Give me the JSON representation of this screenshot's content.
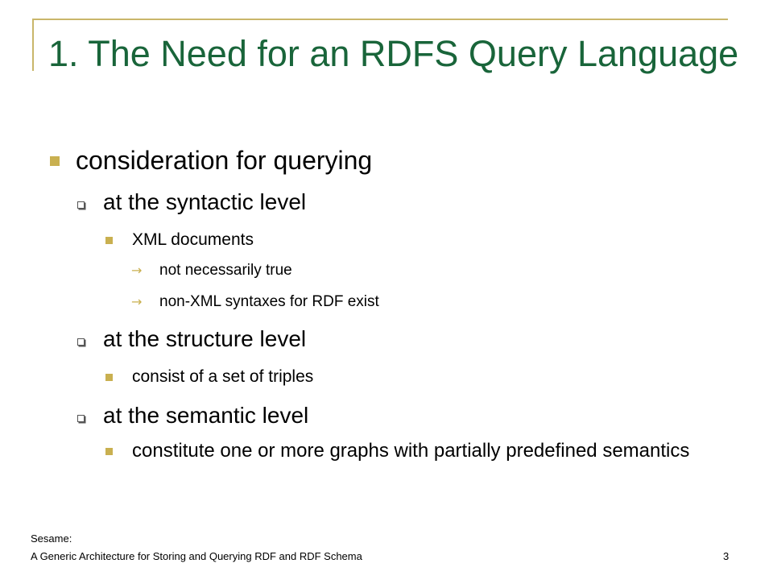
{
  "slide": {
    "title": "1. The Need for an RDFS Query Language",
    "bullets": {
      "b1": "consideration for querying",
      "b1_1": "at the syntactic level",
      "b1_1_1": "XML documents",
      "b1_1_1_a": "not necessarily true",
      "b1_1_1_b": "non-XML syntaxes for RDF exist",
      "b1_2": "at the structure level",
      "b1_2_1": "consist of a set of triples",
      "b1_3": "at the semantic level",
      "b1_3_1": "constitute one or more graphs with partially predefined semantics"
    },
    "footer": {
      "line1": "Sesame:",
      "line2": "A Generic Architecture for Storing and Querying RDF and RDF Schema",
      "page_number": "3"
    },
    "colors": {
      "title": "#19653a",
      "bullet": "#c9b050",
      "frame": "#c9b66a"
    },
    "icons": {
      "level1": "filled-square-bullet",
      "level2": "hollow-square-bullet",
      "level3": "filled-square-bullet",
      "level4": "arrow-bullet"
    }
  }
}
